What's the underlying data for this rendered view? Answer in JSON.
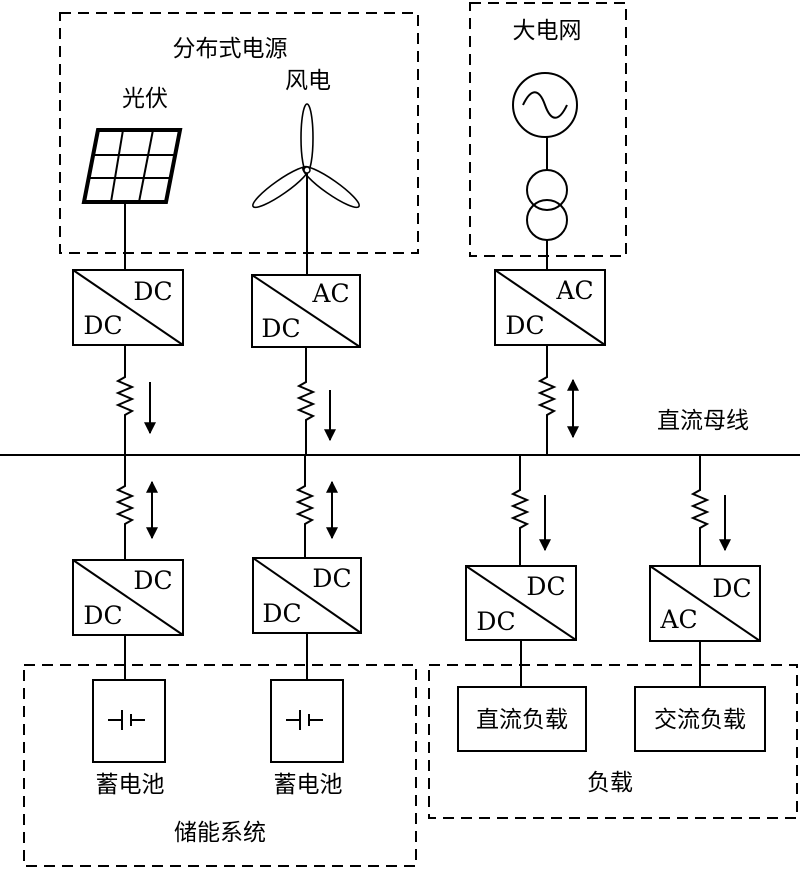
{
  "groups": {
    "distributed": "分布式电源",
    "grid": "大电网",
    "storage": "储能系统",
    "load": "负载"
  },
  "sources": {
    "pv": "光伏",
    "wind": "风电"
  },
  "bus_label": "直流母线",
  "converters": {
    "pv": {
      "top": "DC",
      "bottom": "DC"
    },
    "wind": {
      "top": "AC",
      "bottom": "DC"
    },
    "grid": {
      "top": "AC",
      "bottom": "DC"
    },
    "bat1": {
      "top": "DC",
      "bottom": "DC"
    },
    "bat2": {
      "top": "DC",
      "bottom": "DC"
    },
    "dcload": {
      "top": "DC",
      "bottom": "DC"
    },
    "acload": {
      "top": "DC",
      "bottom": "AC"
    }
  },
  "batteries": [
    "蓄电池",
    "蓄电池"
  ],
  "loads": {
    "dc": "直流负载",
    "ac": "交流负载"
  }
}
